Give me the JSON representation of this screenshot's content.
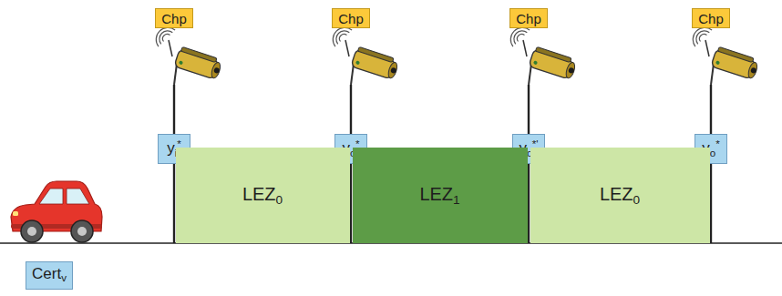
{
  "diagram": {
    "nodes": [
      {
        "text": [
          "Chp"
        ]
      },
      {
        "text": [
          "Chp"
        ]
      },
      {
        "text": [
          "Chp"
        ]
      },
      {
        "text": [
          "Chp"
        ]
      },
      {
        "text": [
          "yi*"
        ]
      },
      {
        "text": [
          "yc*"
        ]
      },
      {
        "text": [
          "yc*'"
        ]
      },
      {
        "text": [
          "yo*"
        ]
      },
      {
        "text": [
          "LEZ0"
        ]
      },
      {
        "text": [
          "LEZ1"
        ]
      },
      {
        "text": [
          "LEZ0"
        ]
      },
      {
        "text": [
          "Certv"
        ]
      }
    ]
  }
}
